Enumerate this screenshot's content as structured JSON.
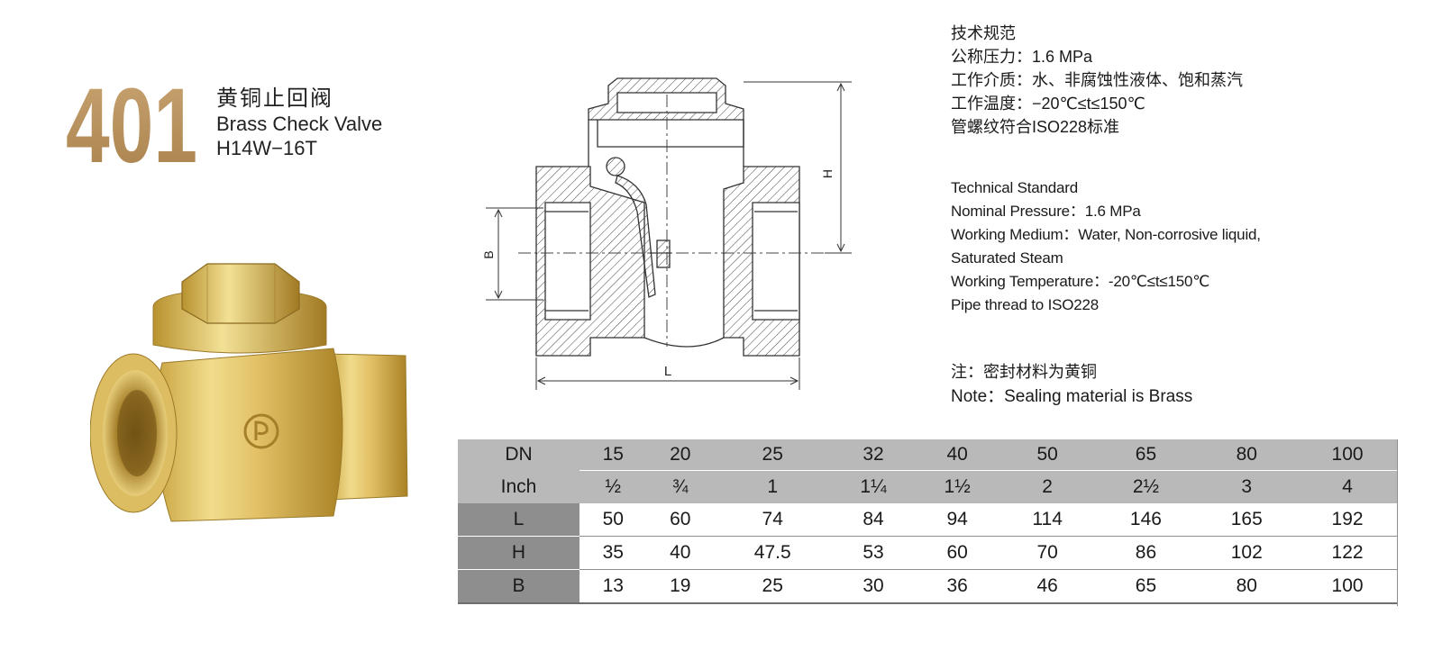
{
  "product": {
    "model_number": "401",
    "name_cn": "黄铜止回阀",
    "name_en": "Brass Check Valve",
    "code": "H14W−16T"
  },
  "drawing": {
    "label_h": "H",
    "label_b": "B",
    "label_l": "L"
  },
  "spec_cn": {
    "heading": "技术规范",
    "pressure": "公称压力：1.6 MPa",
    "medium": "工作介质：水、非腐蚀性液体、饱和蒸汽",
    "temperature": "工作温度：−20℃≤t≤150℃",
    "thread": "管螺纹符合ISO228标准"
  },
  "spec_en": {
    "heading": "Technical Standard",
    "pressure": "Nominal Pressure：1.6 MPa",
    "medium": "Working Medium：Water, Non-corrosive liquid,",
    "medium_cont": "Saturated Steam",
    "temperature": "Working Temperature：-20℃≤t≤150℃",
    "thread": "Pipe thread to ISO228"
  },
  "note": {
    "cn": "注：密封材料为黄铜",
    "en": "Note：Sealing material is Brass"
  },
  "table": {
    "dn_label": "DN",
    "inch_label": "Inch",
    "dn": [
      "15",
      "20",
      "25",
      "32",
      "40",
      "50",
      "65",
      "80",
      "100"
    ],
    "inch": [
      "½",
      "¾",
      "1",
      "1¼",
      "1½",
      "2",
      "2½",
      "3",
      "4"
    ],
    "rows": [
      {
        "label": "L",
        "values": [
          "50",
          "60",
          "74",
          "84",
          "94",
          "114",
          "146",
          "165",
          "192"
        ]
      },
      {
        "label": "H",
        "values": [
          "35",
          "40",
          "47.5",
          "53",
          "60",
          "70",
          "86",
          "102",
          "122"
        ]
      },
      {
        "label": "B",
        "values": [
          "13",
          "19",
          "25",
          "30",
          "36",
          "46",
          "65",
          "80",
          "100"
        ]
      }
    ]
  },
  "colors": {
    "brass_gold": "#b38f5a",
    "table_header_gray": "#b9b9b9",
    "row_label_gray": "#8e8e8e"
  }
}
